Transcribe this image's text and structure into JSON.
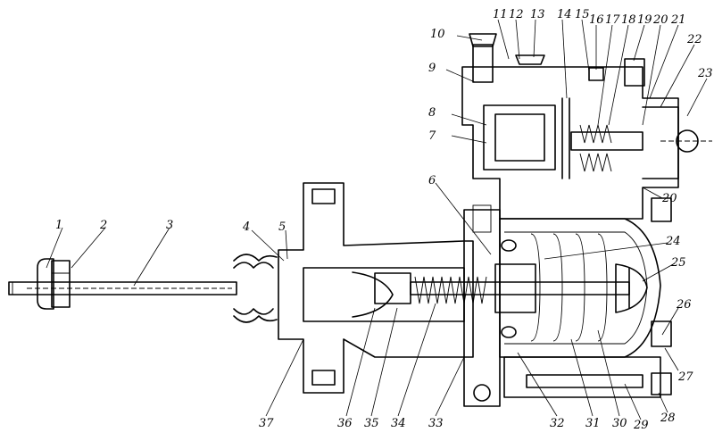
{
  "diagram": {
    "type": "mechanical cross-section drawing",
    "callouts": [
      {
        "n": "1"
      },
      {
        "n": "2"
      },
      {
        "n": "3"
      },
      {
        "n": "4"
      },
      {
        "n": "5"
      },
      {
        "n": "6"
      },
      {
        "n": "7"
      },
      {
        "n": "8"
      },
      {
        "n": "9"
      },
      {
        "n": "10"
      },
      {
        "n": "11"
      },
      {
        "n": "12"
      },
      {
        "n": "13"
      },
      {
        "n": "14"
      },
      {
        "n": "15"
      },
      {
        "n": "16"
      },
      {
        "n": "17"
      },
      {
        "n": "18"
      },
      {
        "n": "19"
      },
      {
        "n": "20"
      },
      {
        "n": "21"
      },
      {
        "n": "22"
      },
      {
        "n": "23"
      },
      {
        "n": "24"
      },
      {
        "n": "25"
      },
      {
        "n": "26"
      },
      {
        "n": "27"
      },
      {
        "n": "28"
      },
      {
        "n": "29"
      },
      {
        "n": "30"
      },
      {
        "n": "31"
      },
      {
        "n": "32"
      },
      {
        "n": "33"
      },
      {
        "n": "34"
      },
      {
        "n": "35"
      },
      {
        "n": "36"
      },
      {
        "n": "37"
      },
      {
        "n": "20"
      }
    ]
  }
}
